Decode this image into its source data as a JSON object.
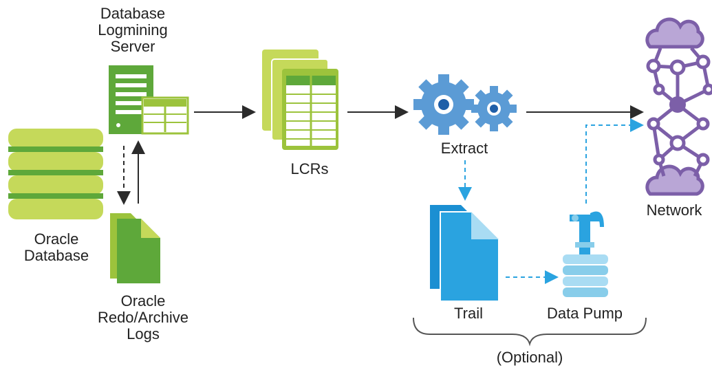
{
  "labels": {
    "logmining_server": [
      "Database",
      "Logmining",
      "Server"
    ],
    "oracle_database": [
      "Oracle",
      "Database"
    ],
    "redo_logs": [
      "Oracle",
      "Redo/Archive",
      "Logs"
    ],
    "lcrs": "LCRs",
    "extract": "Extract",
    "network": "Network",
    "trail": "Trail",
    "data_pump": "Data Pump",
    "optional": "(Optional)"
  },
  "colors": {
    "green_light": "#c5d95a",
    "green_mid": "#9cc33c",
    "green_dark": "#5ea83a",
    "blue_gear": "#5b9bd5",
    "blue_trail": "#2aa3e0",
    "blue_pump": "#88cdea",
    "purple": "#7c5fa8",
    "purple_light": "#b9a6d6",
    "arrow": "#2b2b2b",
    "dashed_blue": "#2aa3e0"
  },
  "icons": [
    "server-icon",
    "database-icon",
    "log-files-icon",
    "lcrs-icon",
    "gears-icon",
    "network-icon",
    "trail-icon",
    "pump-icon"
  ]
}
